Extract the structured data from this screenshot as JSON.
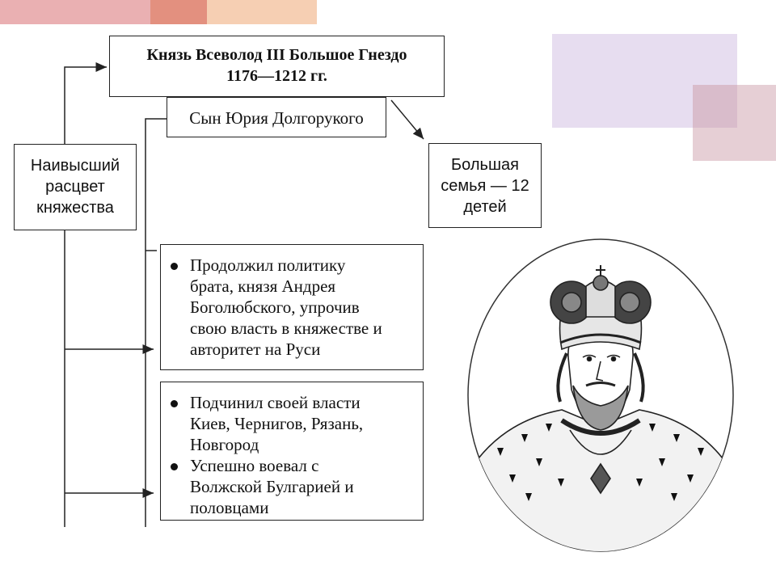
{
  "header": {
    "title_line1": "Князь Всеволод III Большое Гнездо",
    "title_line2": "1176—1212 гг."
  },
  "son_of": "Сын Юрия Долгорукого",
  "side_label": [
    "Наивысший",
    "расцвет",
    "княжества"
  ],
  "family": [
    "Большая",
    "семья — 12",
    "детей"
  ],
  "achievements_1": [
    [
      "Продолжил политику",
      "брата, князя Андрея",
      "Боголюбского, упрочив",
      "свою власть в княжестве и",
      "авторитет на Руси"
    ]
  ],
  "achievements_2": [
    [
      "Подчинил своей власти",
      "Киев, Чернигов, Рязань,",
      "Новгород"
    ],
    [
      "Успешно воевал с",
      "Волжской Булгарией и",
      "половцами"
    ]
  ],
  "colors": {
    "deco_pink": "#e8a8a8",
    "deco_coral": "#e08070",
    "deco_peach": "#f5c8a8",
    "deco_lavender": "#e6dcef",
    "deco_rose": "#e5cdd3"
  }
}
